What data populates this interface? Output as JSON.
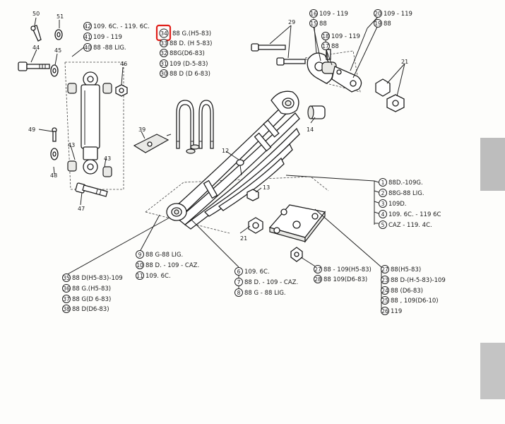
{
  "colors": {
    "highlight": "#e0201b",
    "ink": "#1e1e1e"
  },
  "callouts": {
    "c42": {
      "num": "42",
      "text": "109. 6C. - 119. 6C."
    },
    "c41": {
      "num": "41",
      "text": "109 - 119"
    },
    "c40": {
      "num": "40",
      "text": "88 -88 LIG."
    },
    "c34": {
      "num": "34",
      "text": "88 G.(H5-83)"
    },
    "c33": {
      "num": "33",
      "text": "88 D. (H 5-83)"
    },
    "c32": {
      "num": "32",
      "text": "88G(D6-83)"
    },
    "c31": {
      "num": "31",
      "text": "109   (D-5-83)"
    },
    "c30": {
      "num": "30",
      "text": "88 D (D 6-83)"
    },
    "c16": {
      "num": "16",
      "text": "109 - 119"
    },
    "c15": {
      "num": "15",
      "text": "88"
    },
    "c18": {
      "num": "18",
      "text": "109 - 119"
    },
    "c17": {
      "num": "17",
      "text": "88"
    },
    "c20": {
      "num": "20",
      "text": "109 - 119"
    },
    "c19": {
      "num": "19",
      "text": "88"
    },
    "c1": {
      "num": "1",
      "text": "88D.-109G."
    },
    "c2": {
      "num": "2",
      "text": "88G-88 LIG."
    },
    "c3": {
      "num": "3",
      "text": "109D."
    },
    "c4": {
      "num": "4",
      "text": "109. 6C. - 119 6C"
    },
    "c5": {
      "num": "5",
      "text": "CAZ - 119. 4C."
    },
    "c9": {
      "num": "9",
      "text": "88 G-88  LIG."
    },
    "c10": {
      "num": "10",
      "text": "88 D. - 109 - CAZ."
    },
    "c11": {
      "num": "11",
      "text": "109. 6C."
    },
    "c6": {
      "num": "6",
      "text": "109. 6C."
    },
    "c7": {
      "num": "7",
      "text": "88 D. - 109 - CAZ."
    },
    "c8": {
      "num": "8",
      "text": "88 G - 88 LIG."
    },
    "c27a": {
      "num": "27",
      "text": "88 - 109(H5-83)"
    },
    "c28": {
      "num": "28",
      "text": "88 109(D6-83)"
    },
    "c27b": {
      "num": "27",
      "text": "88(H5-83)"
    },
    "c23": {
      "num": "23",
      "text": "88 D-(H-5-83)-109"
    },
    "c24": {
      "num": "24",
      "text": "88 (D6-83)"
    },
    "c25": {
      "num": "25",
      "text": "88 , 109(D6-10)"
    },
    "c26": {
      "num": "26",
      "text": "119"
    },
    "c35": {
      "num": "35",
      "text": "88 D(H5-83)-109"
    },
    "c36": {
      "num": "36",
      "text": "88 G.(H5-83)"
    },
    "c37": {
      "num": "37",
      "text": "88 G(D 6-83)"
    },
    "c38": {
      "num": "38",
      "text": "88 D(D6-83)"
    }
  },
  "parts": {
    "p50": "50",
    "p51": "51",
    "p44": "44",
    "p45": "45",
    "p46": "46",
    "p49": "49",
    "p43a": "43",
    "p43b": "43",
    "p48": "48",
    "p47": "47",
    "p39": "39",
    "p12": "12",
    "p13": "13",
    "p21a": "21",
    "p29": "29",
    "p21b": "21",
    "p14": "14"
  }
}
